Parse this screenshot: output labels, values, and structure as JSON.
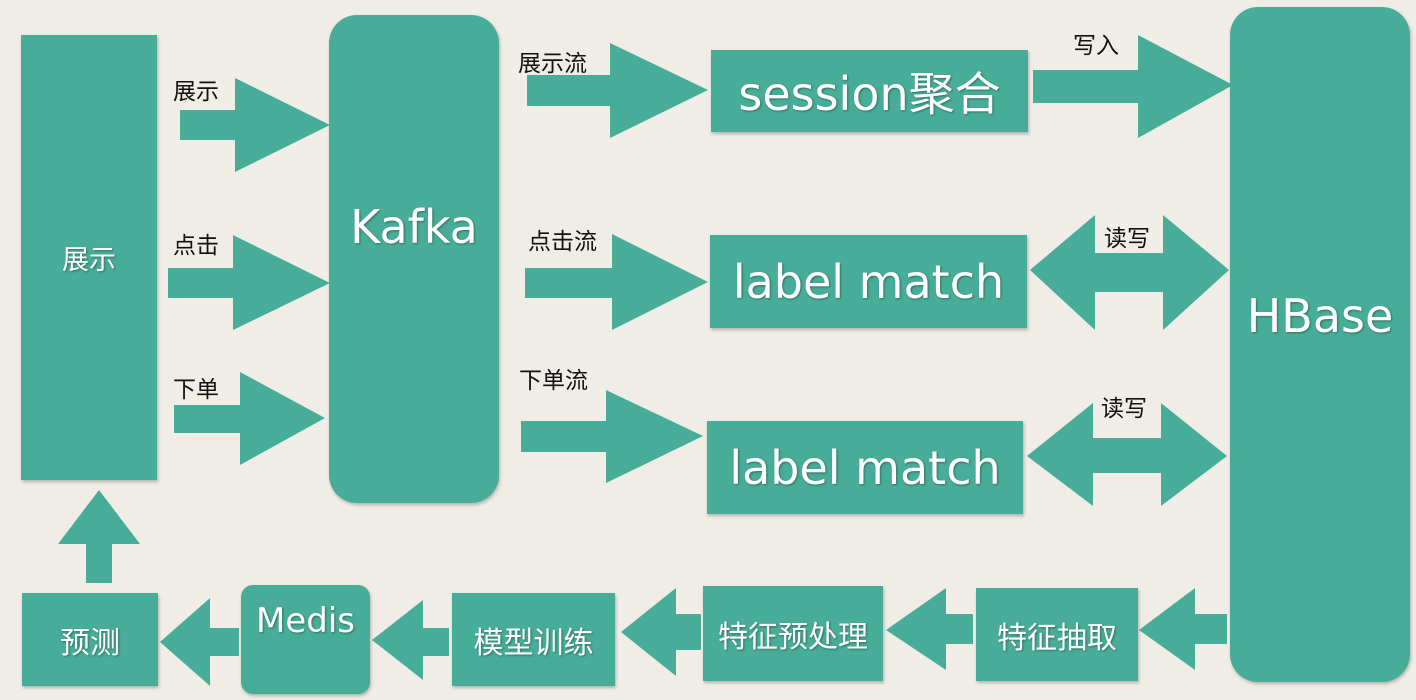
{
  "colors": {
    "background": "#efede6",
    "node": "#48ad98",
    "node_text": "#ffffff",
    "label_text": "#111111"
  },
  "nodes": {
    "display_source": "展示",
    "kafka": "Kafka",
    "session_agg": "session聚合",
    "label_match_1": "label match",
    "label_match_2": "label match",
    "hbase": "HBase",
    "feature_extract": "特征抽取",
    "feature_preprocess": "特征预处理",
    "model_training": "模型训练",
    "medis": "Medis",
    "predict": "预测"
  },
  "edges": {
    "display": "展示",
    "click": "点击",
    "order": "下单",
    "display_stream": "展示流",
    "click_stream": "点击流",
    "order_stream": "下单流",
    "write": "写入",
    "read_write_1": "读写",
    "read_write_2": "读写"
  }
}
